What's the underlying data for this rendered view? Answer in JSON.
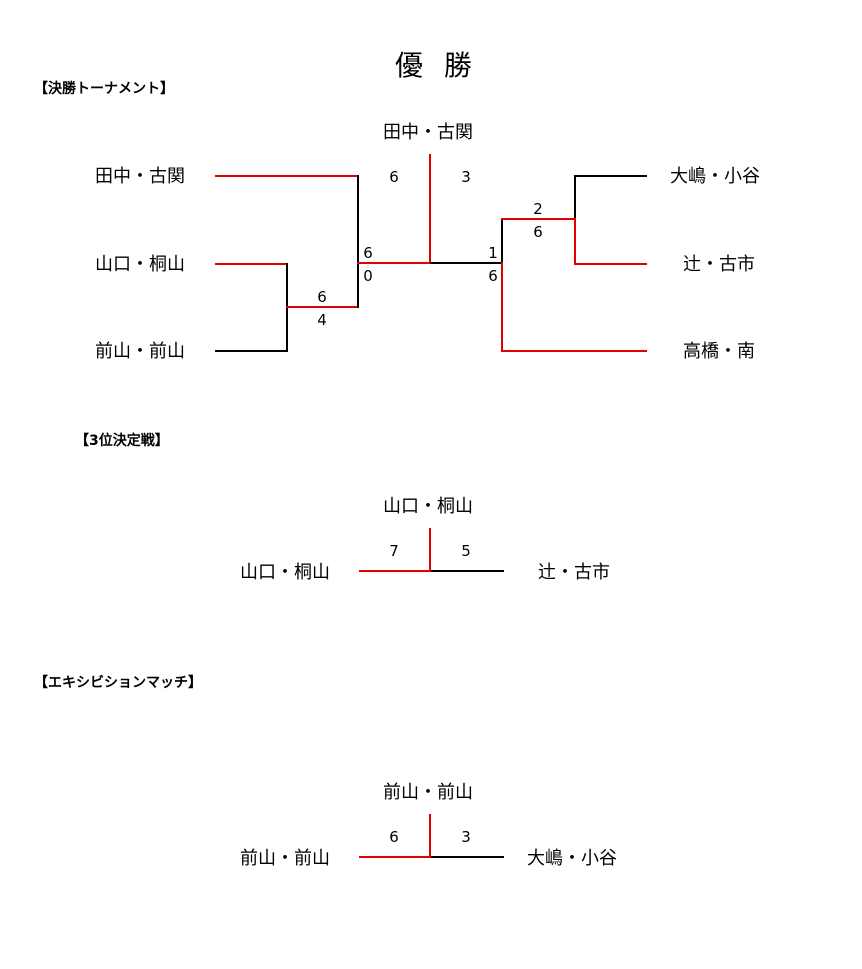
{
  "title": "優 勝",
  "sections": {
    "final": "【決勝トーナメント】",
    "third": "【3位決定戦】",
    "exhibition": "【エキシビションマッチ】"
  },
  "final": {
    "winner": "田中・古関",
    "left": [
      "田中・古関",
      "山口・桐山",
      "前山・前山"
    ],
    "right": [
      "大嶋・小谷",
      "辻・古市",
      "高橋・南"
    ],
    "scores": {
      "left_semi_top": "6",
      "left_semi_bottom": "4",
      "left_final_top": "6",
      "left_final_bottom": "0",
      "final_left": "6",
      "final_right": "3",
      "right_final_top": "1",
      "right_final_bottom": "6",
      "right_semi_top": "2",
      "right_semi_bottom": "6"
    }
  },
  "third": {
    "winner": "山口・桐山",
    "left": "山口・桐山",
    "right": "辻・古市",
    "score_left": "7",
    "score_right": "5"
  },
  "exhibition": {
    "winner": "前山・前山",
    "left": "前山・前山",
    "right": "大嶋・小谷",
    "score_left": "6",
    "score_right": "3"
  },
  "colors": {
    "win_line": "#e00000",
    "line": "#000000"
  }
}
